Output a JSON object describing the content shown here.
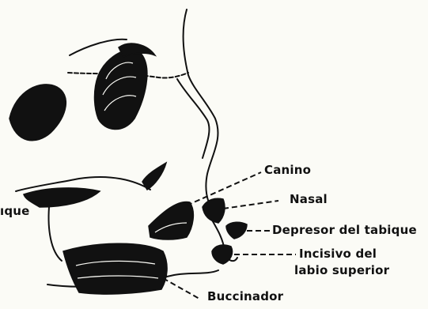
{
  "labels": {
    "left_cut": "ıque",
    "canino": "Canino",
    "nasal": "Nasal",
    "depresor": "Depresor del tabique",
    "incisivo_line1": "Incisivo del",
    "incisivo_line2": "labio superior",
    "buccinador": "Buccinador"
  },
  "colors": {
    "ink": "#111111",
    "paper": "#fbfbf6"
  }
}
